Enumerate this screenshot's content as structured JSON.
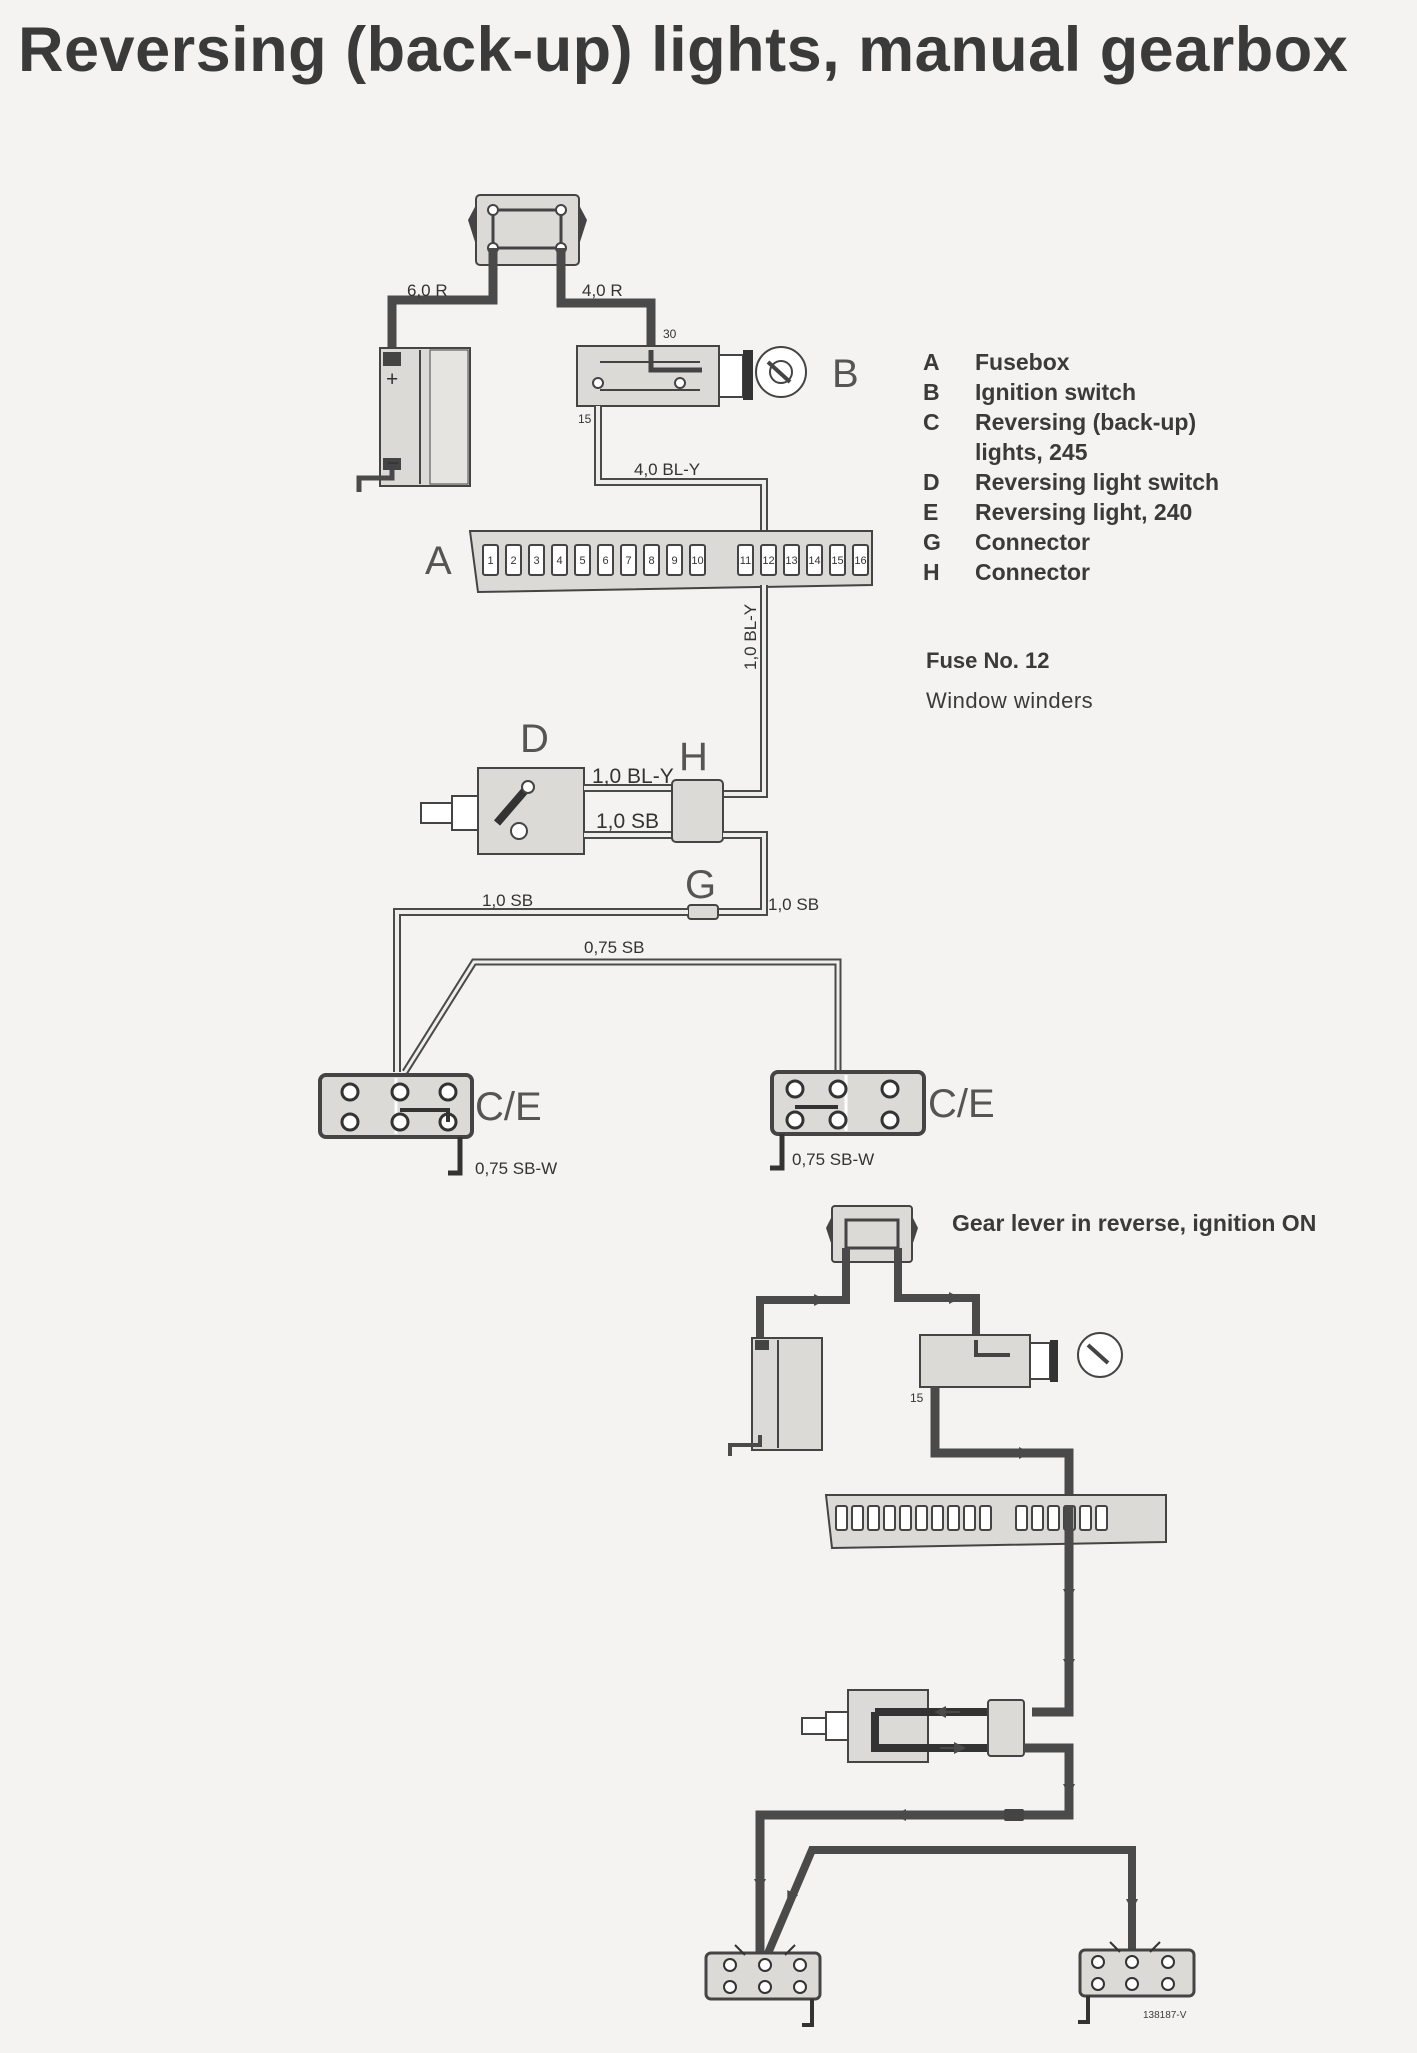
{
  "title": "Reversing (back-up) lights, manual gearbox",
  "legend": [
    {
      "letter": "A",
      "text": "Fusebox"
    },
    {
      "letter": "B",
      "text": "Ignition switch"
    },
    {
      "letter": "C",
      "text": "Reversing (back-up) lights, 245"
    },
    {
      "letter": "D",
      "text": "Reversing light switch"
    },
    {
      "letter": "E",
      "text": "Reversing light, 240"
    },
    {
      "letter": "G",
      "text": "Connector"
    },
    {
      "letter": "H",
      "text": "Connector"
    }
  ],
  "fuse_note": {
    "title": "Fuse No. 12",
    "description": "Window winders"
  },
  "component_labels": {
    "a": "A",
    "b": "B",
    "d": "D",
    "h": "H",
    "g": "G",
    "ce_left": "C/E",
    "ce_right": "C/E"
  },
  "wire_labels": {
    "w60r": "6,0 R",
    "w40r": "4,0 R",
    "w40bly": "4,0 BL-Y",
    "w10bly_v": "1,0 BL-Y",
    "w10bly_h": "1,0 BL-Y",
    "w10sb_sw": "1,0 SB",
    "w10sb_left": "1,0 SB",
    "w10sb_right": "1,0 SB",
    "w075sb": "0,75 SB",
    "w075sbw_left": "0,75 SB-W",
    "w075sbw_right": "0,75 SB-W"
  },
  "terminal_labels": {
    "t30": "30",
    "t15": "15",
    "t15_lower": "15"
  },
  "battery": {
    "plus": "+",
    "minus": "−"
  },
  "fuses": [
    "1",
    "2",
    "3",
    "4",
    "5",
    "6",
    "7",
    "8",
    "9",
    "10",
    "11",
    "12",
    "13",
    "14",
    "15",
    "16"
  ],
  "state_caption": "Gear lever in reverse, ignition ON",
  "ref_code": "138187-V",
  "colors": {
    "wire": "#4a4a4a",
    "wire_fill": "#eeeeec",
    "component": "#d9d6d2",
    "text": "#3a3a3a"
  }
}
